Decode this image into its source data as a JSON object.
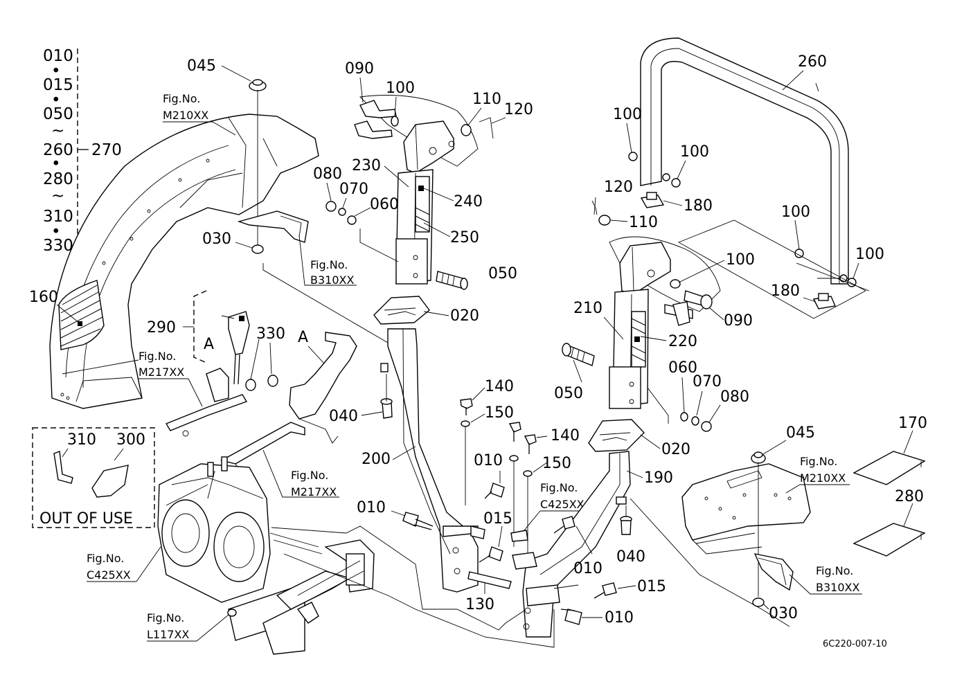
{
  "group_labels": [
    "010",
    "015",
    "050",
    "260",
    "280",
    "310",
    "330"
  ],
  "group_separators": [
    "•",
    "~",
    "•",
    "~",
    "•"
  ],
  "group_ref": "270",
  "callouts": {
    "c045a": "045",
    "c030a": "030",
    "c160": "160",
    "c290": "290",
    "c330": "330",
    "c310": "310",
    "c300": "300",
    "c090a": "090",
    "c100a": "100",
    "c110a": "110",
    "c120a": "120",
    "c230": "230",
    "c080a": "080",
    "c070a": "070",
    "c060a": "060",
    "c240": "240",
    "c250": "250",
    "c050a": "050",
    "c020a": "020",
    "c040a": "040",
    "c200": "200",
    "c140a": "140",
    "c150a": "150",
    "c140b": "140",
    "c150b": "150",
    "c010a": "010",
    "c010b": "010",
    "c015a": "015",
    "c130": "130",
    "c010c": "010",
    "c015b": "015",
    "c010d": "010",
    "c260": "260",
    "c100b": "100",
    "c100c": "100",
    "c120b": "120",
    "c180a": "180",
    "c110b": "110",
    "c100d": "100",
    "c100e": "100",
    "c100f": "100",
    "c180b": "180",
    "c210": "210",
    "c090b": "090",
    "c220": "220",
    "c050b": "050",
    "c060b": "060",
    "c070b": "070",
    "c080b": "080",
    "c020b": "020",
    "c190": "190",
    "c040b": "040",
    "c045b": "045",
    "c030b": "030",
    "c170": "170",
    "c280": "280"
  },
  "figure_refs": {
    "m210a": "Fig.No.|M210XX",
    "b310a": "Fig.No.|B310XX",
    "m217a": "Fig.No.|M217XX",
    "m217b": "Fig.No.|M217XX",
    "c425a": "Fig.No.|C425XX",
    "c425b": "Fig.No.|C425XX",
    "l117": "Fig.No.|L117XX",
    "m210b": "Fig.No.|M210XX",
    "b310b": "Fig.No.|B310XX"
  },
  "view_markers": {
    "a1": "A",
    "a2": "A"
  },
  "out_of_use_label": "OUT OF USE",
  "drawing_number": "6C220-007-10"
}
